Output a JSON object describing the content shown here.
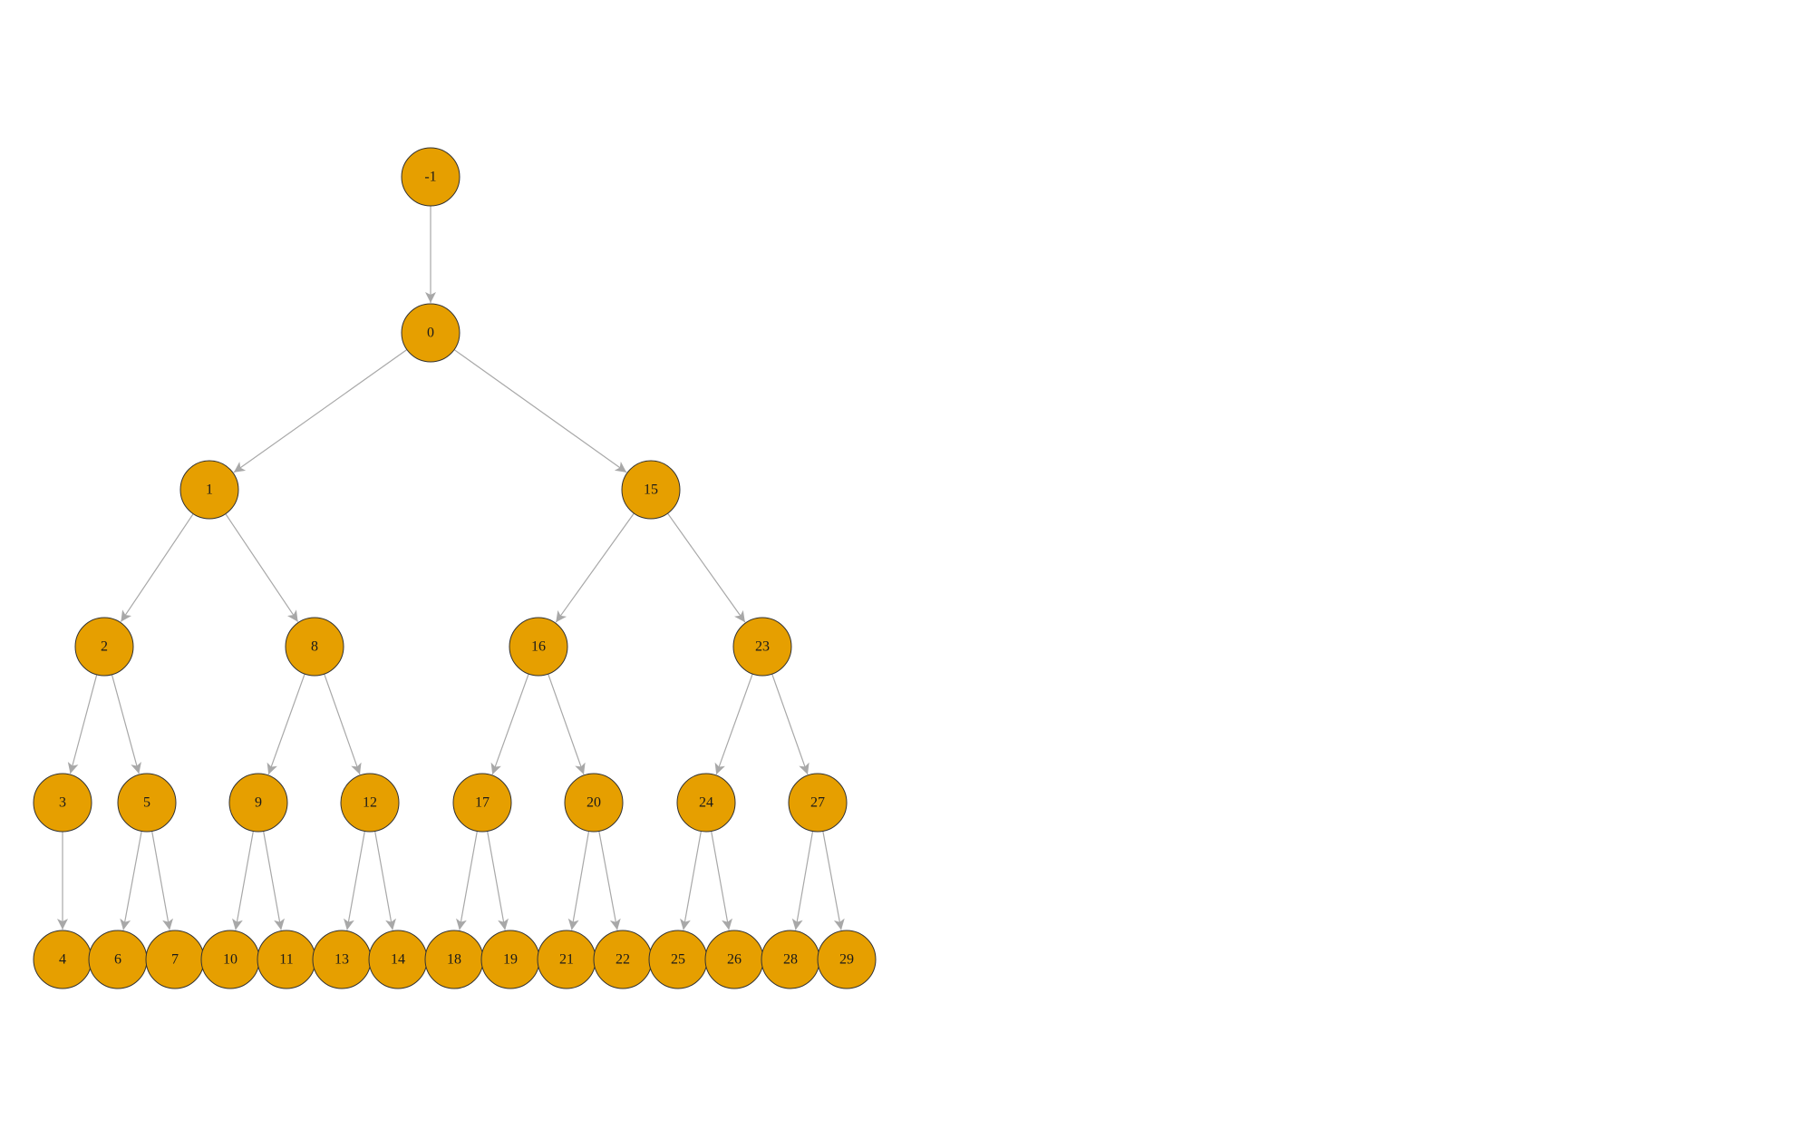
{
  "diagram": {
    "type": "tree",
    "node_fill": "#E69F00",
    "node_stroke": "#333333",
    "edge_color": "#a8a8a8",
    "nodes": [
      {
        "id": "-1"
      },
      {
        "id": "0"
      },
      {
        "id": "1"
      },
      {
        "id": "15"
      },
      {
        "id": "2"
      },
      {
        "id": "8"
      },
      {
        "id": "16"
      },
      {
        "id": "23"
      },
      {
        "id": "3"
      },
      {
        "id": "5"
      },
      {
        "id": "9"
      },
      {
        "id": "12"
      },
      {
        "id": "17"
      },
      {
        "id": "20"
      },
      {
        "id": "24"
      },
      {
        "id": "27"
      },
      {
        "id": "4"
      },
      {
        "id": "6"
      },
      {
        "id": "7"
      },
      {
        "id": "10"
      },
      {
        "id": "11"
      },
      {
        "id": "13"
      },
      {
        "id": "14"
      },
      {
        "id": "18"
      },
      {
        "id": "19"
      },
      {
        "id": "21"
      },
      {
        "id": "22"
      },
      {
        "id": "25"
      },
      {
        "id": "26"
      },
      {
        "id": "28"
      },
      {
        "id": "29"
      }
    ],
    "edges": [
      [
        "-1",
        "0"
      ],
      [
        "0",
        "1"
      ],
      [
        "0",
        "15"
      ],
      [
        "1",
        "2"
      ],
      [
        "1",
        "8"
      ],
      [
        "15",
        "16"
      ],
      [
        "15",
        "23"
      ],
      [
        "2",
        "3"
      ],
      [
        "2",
        "5"
      ],
      [
        "8",
        "9"
      ],
      [
        "8",
        "12"
      ],
      [
        "16",
        "17"
      ],
      [
        "16",
        "20"
      ],
      [
        "23",
        "24"
      ],
      [
        "23",
        "27"
      ],
      [
        "3",
        "4"
      ],
      [
        "5",
        "6"
      ],
      [
        "5",
        "7"
      ],
      [
        "9",
        "10"
      ],
      [
        "9",
        "11"
      ],
      [
        "12",
        "13"
      ],
      [
        "12",
        "14"
      ],
      [
        "17",
        "18"
      ],
      [
        "17",
        "19"
      ],
      [
        "20",
        "21"
      ],
      [
        "20",
        "22"
      ],
      [
        "24",
        "25"
      ],
      [
        "24",
        "26"
      ],
      [
        "27",
        "28"
      ],
      [
        "27",
        "29"
      ]
    ]
  }
}
